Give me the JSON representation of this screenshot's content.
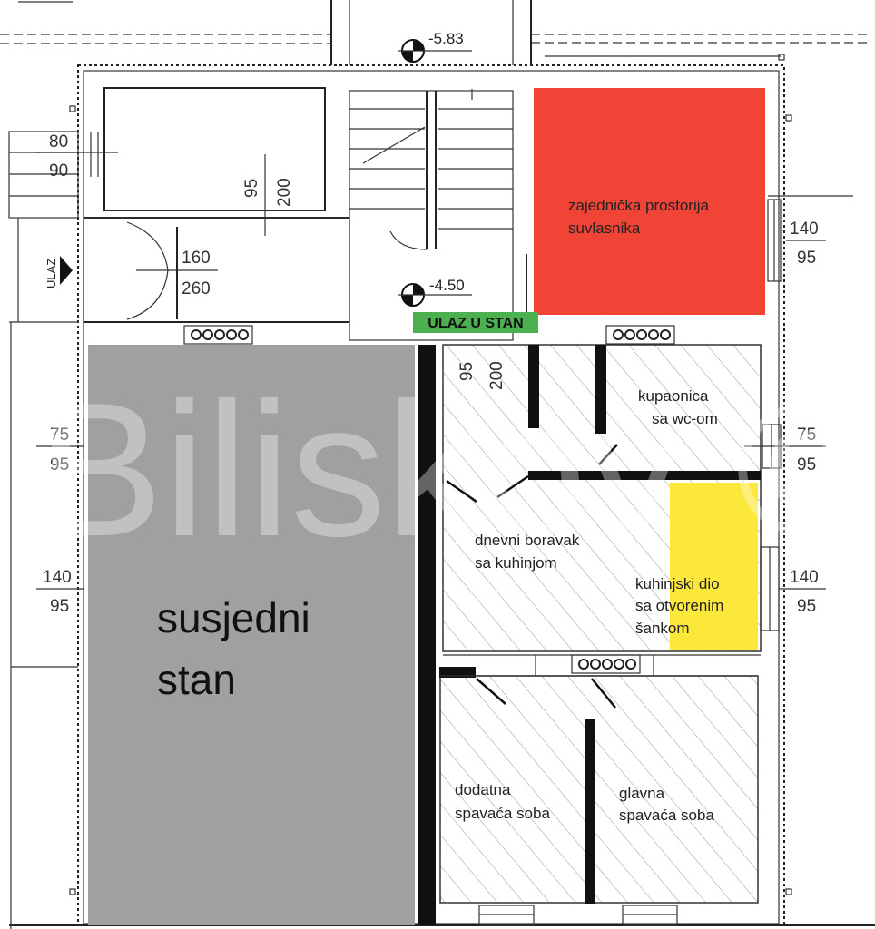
{
  "levels": {
    "upper": "-5.83",
    "lower": "-4.50"
  },
  "dimensions": {
    "left_window_top": [
      "80",
      "90"
    ],
    "upper_door": [
      "95",
      "200"
    ],
    "corridor": [
      "160",
      "260"
    ],
    "right_window_1": [
      "140",
      "95"
    ],
    "entry_door": [
      "95",
      "200"
    ],
    "left_window_2": [
      "75",
      "95"
    ],
    "right_window_2": [
      "75",
      "95"
    ],
    "left_window_3": [
      "140",
      "95"
    ],
    "right_window_3": [
      "140",
      "95"
    ]
  },
  "entrance_arrow_text": "ULAZ",
  "entrance_label": "ULAZ U STAN",
  "rooms": {
    "common_room": [
      "zajednička prostorija",
      "suvlasnika"
    ],
    "bathroom": [
      "kupaonica",
      "sa wc-om"
    ],
    "living": [
      "dnevni boravak",
      "sa kuhinjom"
    ],
    "kitchen": [
      "kuhinjski dio",
      "sa otvorenim",
      "šankom"
    ],
    "neighbor": [
      "susjedni",
      "stan"
    ],
    "extra_bedroom": [
      "dodatna",
      "spavaća soba"
    ],
    "main_bedroom": [
      "glavna",
      "spavaća soba"
    ]
  },
  "watermark": "Biliskov ©",
  "colors": {
    "common_room": "#f04436",
    "kitchen": "#fbe83a",
    "entrance": "#4caf50",
    "neighbor": "#a0a0a0",
    "walls": "#111111"
  }
}
